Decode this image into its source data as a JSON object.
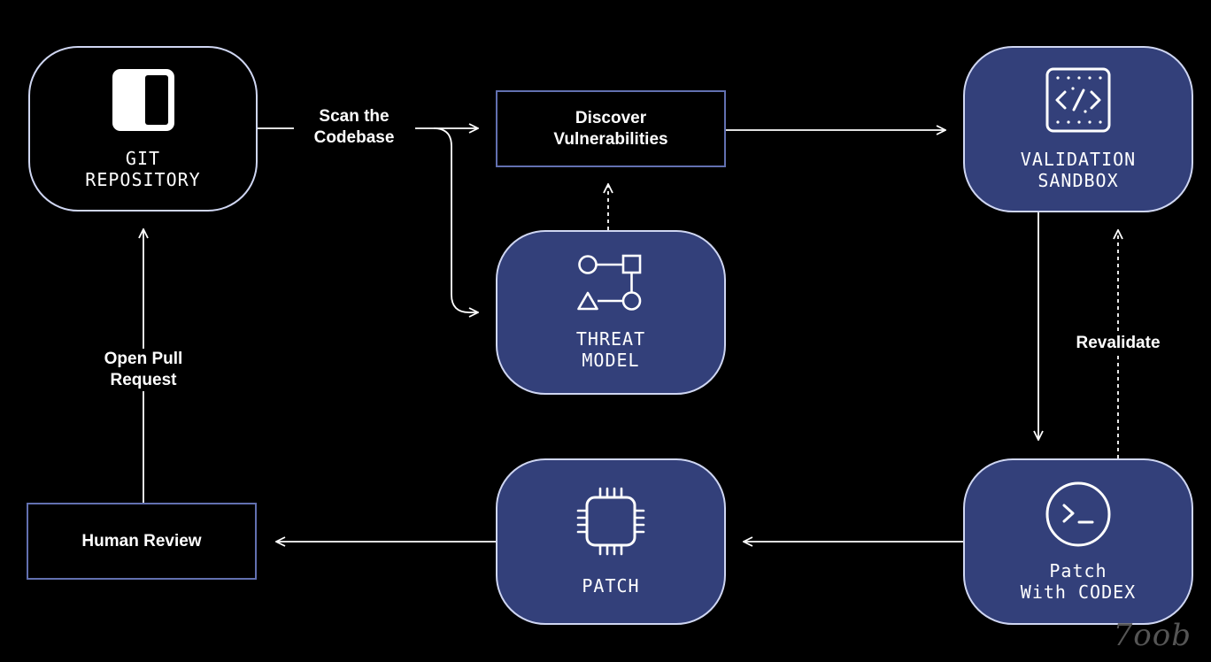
{
  "nodes": {
    "git_repository": {
      "label": "GIT\nREPOSITORY",
      "icon": "panel-layout-icon"
    },
    "discover_vulnerabilities": {
      "label": "Discover\nVulnerabilities"
    },
    "validation_sandbox": {
      "label": "VALIDATION\nSANDBOX",
      "icon": "code-window-icon"
    },
    "threat_model": {
      "label": "THREAT\nMODEL",
      "icon": "flow-shapes-icon"
    },
    "patch_with_codex": {
      "label": "Patch\nWith CODEX",
      "icon": "terminal-prompt-icon"
    },
    "patch": {
      "label": "PATCH",
      "icon": "chip-icon"
    },
    "human_review": {
      "label": "Human Review"
    }
  },
  "edges": {
    "scan_codebase": "Scan the\nCodebase",
    "open_pull_request": "Open Pull\nRequest",
    "revalidate": "Revalidate"
  },
  "watermark": "7oob"
}
